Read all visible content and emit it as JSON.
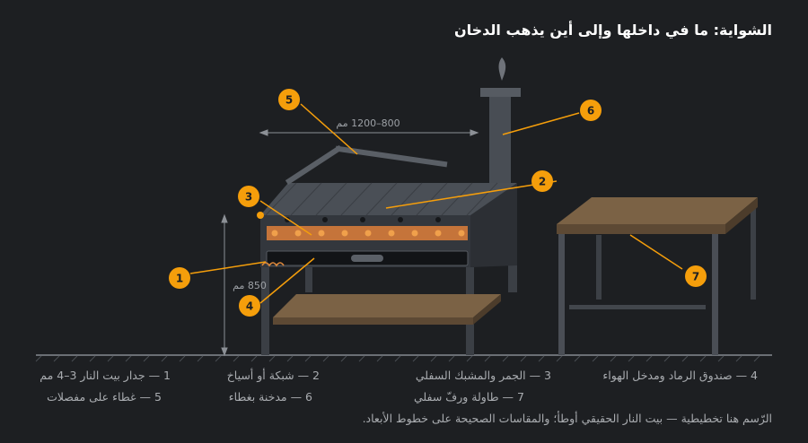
{
  "title": "الشواية: ما في داخلها وإلى أين يذهب الدخان",
  "dimensions": {
    "width_label": "800–1200 مم",
    "height_label": "850 مم"
  },
  "callouts": [
    "1",
    "2",
    "3",
    "4",
    "5",
    "6",
    "7"
  ],
  "legend": [
    "1 — جدار بيت النار 3–4 مم",
    "2 — شبكة أو أسياخ",
    "3 — الجمر والمشبك السفلي",
    "4 — صندوق الرماد ومدخل الهواء",
    "5 — غطاء على مفصلات",
    "6 — مدخنة بغطاء",
    "7 — طاولة ورفّ سفلي"
  ],
  "note": "الرّسم هنا تخطيطية — بيت النار الحقيقي أوطأ؛ والمقاسات الصحيحة على خطوط الأبعاد.",
  "colors": {
    "background": "#1d1f22",
    "accent": "#f59e0b",
    "ember": "#c5743a",
    "wood": "#7b6245",
    "metal": "#4a4f56"
  }
}
